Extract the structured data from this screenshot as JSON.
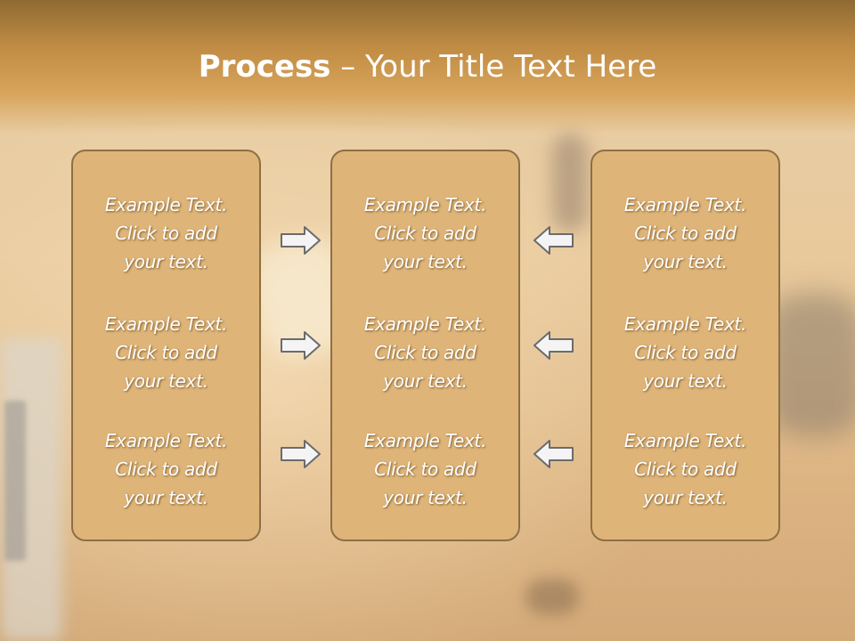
{
  "slide": {
    "title_bold": "Process",
    "title_rest": " – Your Title Text Here"
  },
  "columns": [
    {
      "items": [
        {
          "lines": [
            "Example Text.",
            "Click  to add",
            "your text."
          ]
        },
        {
          "lines": [
            "Example Text.",
            "Click  to add",
            "your text."
          ]
        },
        {
          "lines": [
            "Example Text.",
            "Click  to add",
            "your text."
          ]
        }
      ]
    },
    {
      "items": [
        {
          "lines": [
            "Example Text.",
            "Click  to add",
            "your text."
          ]
        },
        {
          "lines": [
            "Example Text.",
            "Click  to add",
            "your text."
          ]
        },
        {
          "lines": [
            "Example Text.",
            "Click  to add",
            "your text."
          ]
        }
      ]
    },
    {
      "items": [
        {
          "lines": [
            "Example Text.",
            "Click  to add",
            "your text."
          ]
        },
        {
          "lines": [
            "Example Text.",
            "Click  to add",
            "your text."
          ]
        },
        {
          "lines": [
            "Example Text.",
            "Click  to add",
            "your text."
          ]
        }
      ]
    }
  ],
  "arrows": {
    "left_group": [
      "right-arrow-icon",
      "right-arrow-icon",
      "right-arrow-icon"
    ],
    "right_group": [
      "left-arrow-icon",
      "left-arrow-icon",
      "left-arrow-icon"
    ]
  },
  "colors": {
    "header": "#c08c44",
    "box_fill": "#deb478",
    "box_border": "#8e6f45",
    "text": "#ffffff",
    "arrow_fill": "#f4f4f4",
    "arrow_stroke": "#6b6b6b"
  }
}
